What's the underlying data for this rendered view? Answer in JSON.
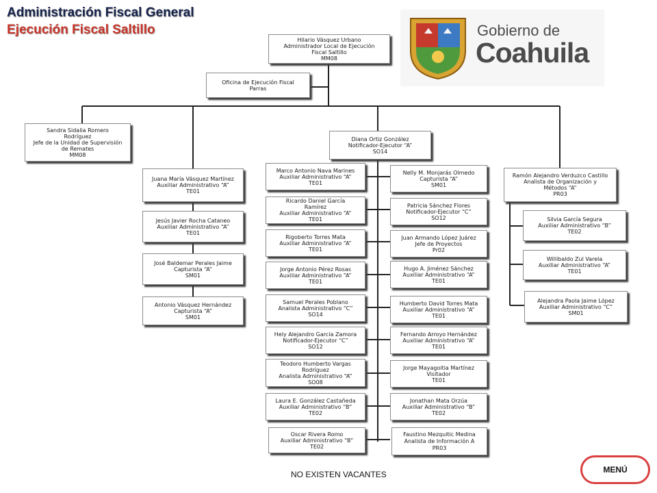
{
  "header": {
    "title": "Administración Fiscal General",
    "subtitle": "Ejecución Fiscal Saltillo"
  },
  "logo": {
    "line1": "Gobierno de",
    "line2": "Coahuila"
  },
  "footer": {
    "vacancies": "NO EXISTEN VACANTES",
    "menu_label": "MENÚ"
  },
  "org": {
    "admin": [
      "Hilario Vásquez Urbano",
      "Administrador  Local de Ejecución",
      "Fiscal Saltillo",
      "MM08"
    ],
    "oficina": [
      "Oficina de Ejecución Fiscal",
      "Parras"
    ],
    "sandra": [
      "Sandra Sidalia Romero",
      "Rodríguez",
      "Jefe de la Unidad de Supervisión",
      "de Remates",
      "MM08"
    ],
    "diana": [
      "Diana Ortiz González",
      "Notificador-Ejecutor “A”",
      "SO14"
    ],
    "ramon": [
      "Ramón Alejandro Verduzco Castillo",
      "Analista de Organización y",
      "Métodos “A”",
      "PR03"
    ],
    "left_column": [
      [
        "Juana María Vásquez Martínez",
        "Auxiliar Administrativo “A”",
        "TE01"
      ],
      [
        "Jesús Javier Rocha Cataneo",
        "Auxiliar Administrativo “A”",
        "TE01"
      ],
      [
        "José Baldemar Perales Jaime",
        "Capturista “A”",
        "SM01"
      ],
      [
        "Antonio Vásquez Hernández",
        "Capturista “A”",
        "SM01"
      ]
    ],
    "center_left": [
      [
        "Marco Antonio Nava Marines",
        "Auxiliar Administrativo “A”",
        "TE01"
      ],
      [
        "Ricardo Daniel García",
        "Ramírez",
        "Auxiliar Administrativo “A”",
        "TE01"
      ],
      [
        "Rigoberto Torres Mata",
        "Auxiliar Administrativo “A”",
        "TE01"
      ],
      [
        "Jorge Antonio Pérez Rosas",
        "Auxiliar Administrativo “A”",
        "TE01"
      ],
      [
        "Samuel Perales Poblano",
        "Analista Administrativo “C”",
        "SO14"
      ],
      [
        "Hely Alejandro García Zamora",
        "Notificador-Ejecutor “C”",
        "SO12"
      ],
      [
        "Teodoro Humberto Vargas",
        "Rodríguez",
        "Analista Administrativo “A”",
        "SO08"
      ],
      [
        "Laura E. González Castañeda",
        "Auxiliar Administrativo “B”",
        "TE02"
      ],
      [
        "Oscar Rivera Romo",
        "Auxiliar Administrativo “B”",
        "TE02"
      ]
    ],
    "center_right": [
      [
        "Nelly M. Monjarás Olmedo",
        "Capturista “A”",
        "SM01"
      ],
      [
        "Patricia Sánchez Flores",
        "Notificador-Ejecutor “C”",
        "SO12"
      ],
      [
        "Juan Armando López Juárez",
        "Jefe de Proyectos",
        "Pr02"
      ],
      [
        "Hugo A. Jiménez Sánchez",
        "Auxiliar Administrativo “A”",
        "TE01"
      ],
      [
        "Humberto David Torres Mata",
        "Auxiliar Administrativo “A”",
        "TE01"
      ],
      [
        "Fernando Arroyo Hernández",
        "Auxiliar Administrativo “A”",
        "TE01"
      ],
      [
        "Jorge Mayagoitia Martínez",
        "Visitador",
        "TE01"
      ],
      [
        "Jonathan Mata Orzúa",
        "Auxiliar Administrativo “B”",
        "TE02"
      ],
      [
        "Faustino Mezquitic Medina",
        "Analista de Información A",
        "PR03"
      ]
    ],
    "right_column": [
      [
        "Silvia García Segura",
        "Auxiliar Administrativo “B”",
        "TE02"
      ],
      [
        "Willibaldo Zul Varela",
        "Auxiliar Administrativo “A”",
        "TE01"
      ],
      [
        "Alejandra Paola Jaime López",
        "Auxiliar Administrativo “C”",
        "SM01"
      ]
    ]
  }
}
